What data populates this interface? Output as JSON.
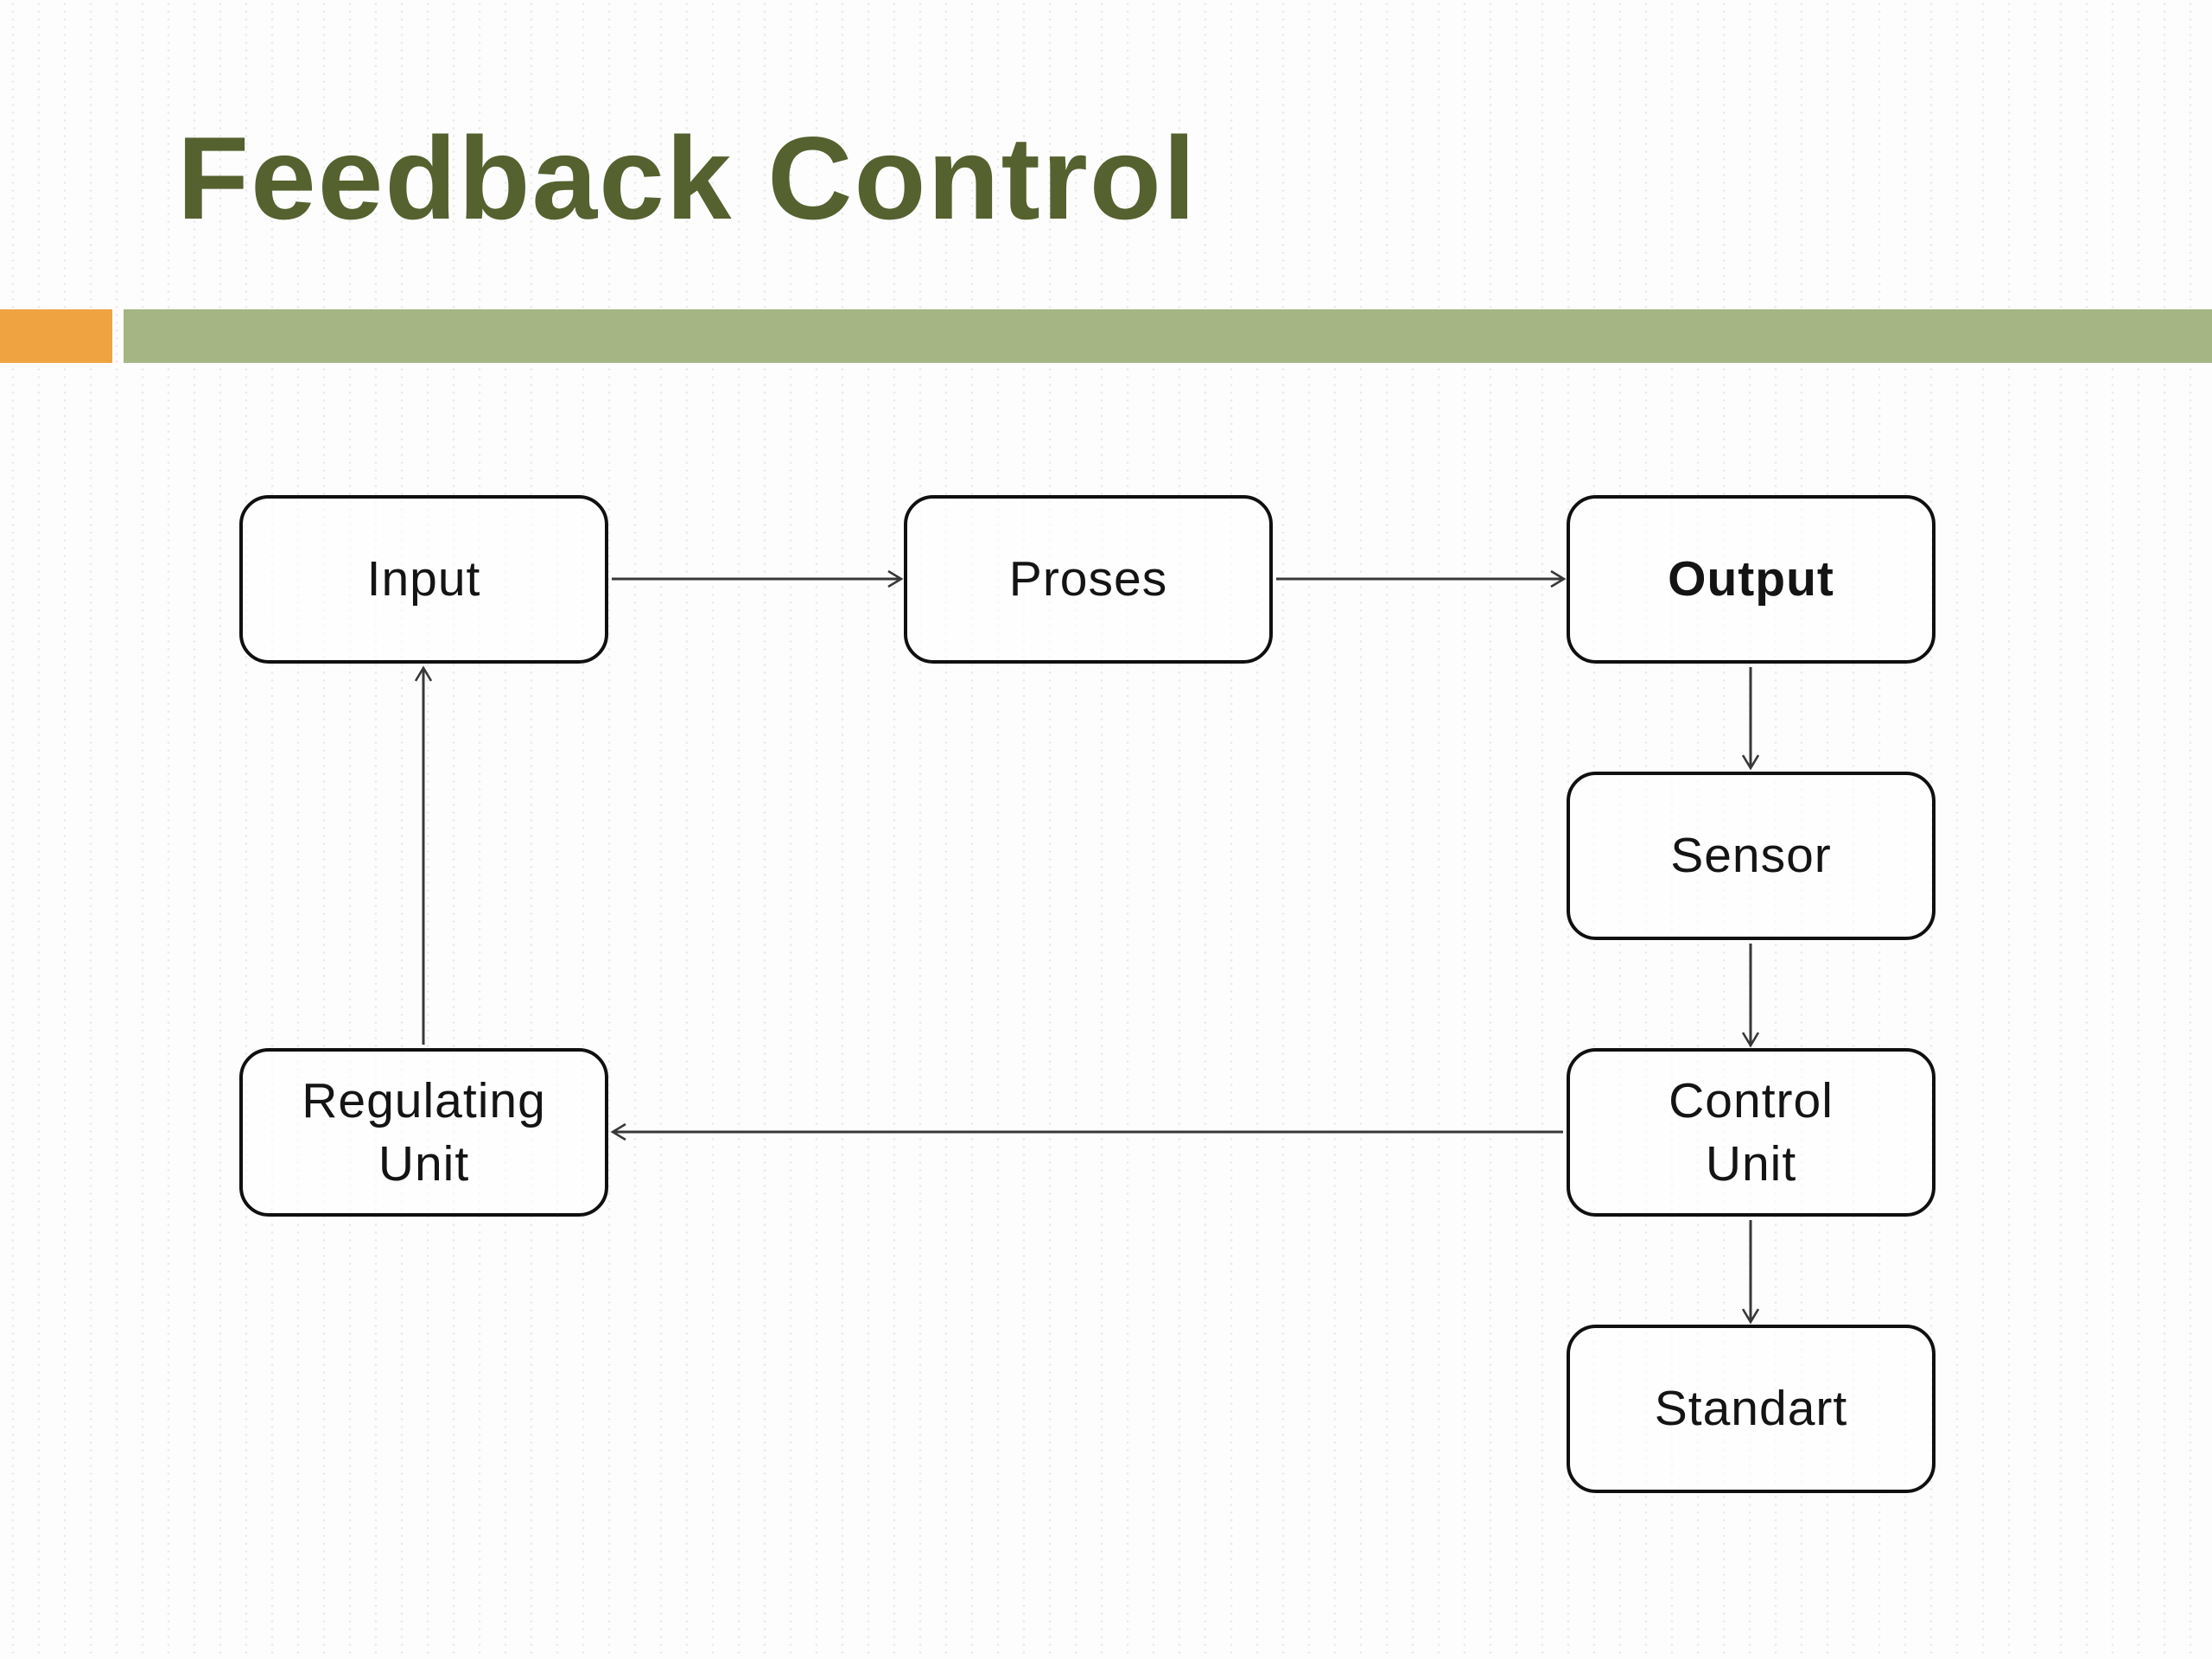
{
  "slide": {
    "title": "Feedback Control",
    "colors": {
      "title_text": "#55612F",
      "accent_orange": "#F0A341",
      "accent_green": "#A5B584",
      "box_border": "#101010",
      "box_text": "#141414",
      "arrow": "#383838",
      "background": "#FDFDFD"
    }
  },
  "diagram": {
    "nodes": [
      {
        "id": "input",
        "label": "Input",
        "lines": [
          "Input"
        ],
        "bold": false
      },
      {
        "id": "proses",
        "label": "Proses",
        "lines": [
          "Proses"
        ],
        "bold": false
      },
      {
        "id": "output",
        "label": "Output",
        "lines": [
          "Output"
        ],
        "bold": true
      },
      {
        "id": "sensor",
        "label": "Sensor",
        "lines": [
          "Sensor"
        ],
        "bold": false
      },
      {
        "id": "control-unit",
        "label": "Control Unit",
        "lines": [
          "Control",
          "Unit"
        ],
        "bold": false
      },
      {
        "id": "regulating-unit",
        "label": "Regulating Unit",
        "lines": [
          "Regulating",
          "Unit"
        ],
        "bold": false
      },
      {
        "id": "standart",
        "label": "Standart",
        "lines": [
          "Standart"
        ],
        "bold": false
      }
    ],
    "edges": [
      {
        "from": "Input",
        "to": "Proses"
      },
      {
        "from": "Proses",
        "to": "Output"
      },
      {
        "from": "Output",
        "to": "Sensor"
      },
      {
        "from": "Sensor",
        "to": "Control Unit"
      },
      {
        "from": "Control Unit",
        "to": "Standart"
      },
      {
        "from": "Control Unit",
        "to": "Regulating Unit"
      },
      {
        "from": "Regulating Unit",
        "to": "Input"
      }
    ]
  }
}
